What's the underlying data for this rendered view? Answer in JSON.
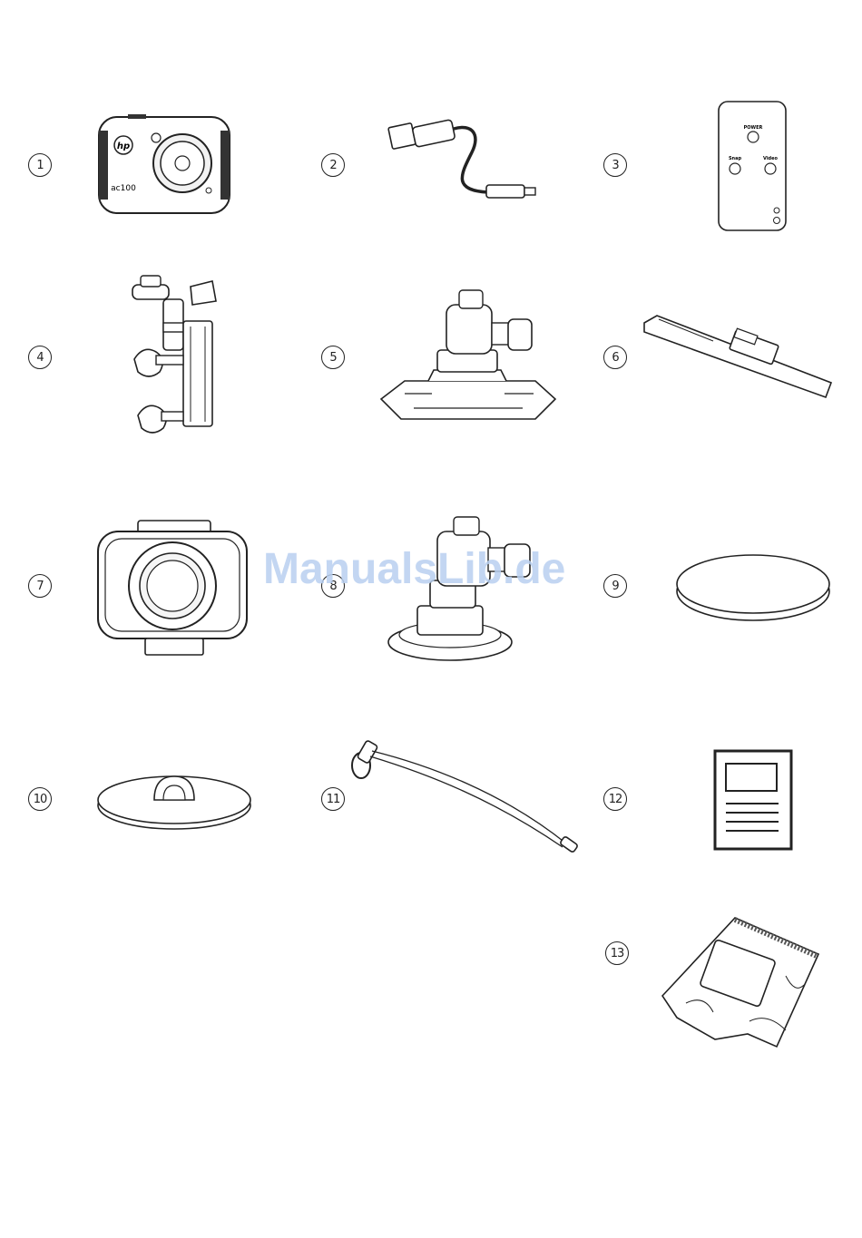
{
  "items": [
    {
      "number": "1",
      "icon": "camera-icon"
    },
    {
      "number": "2",
      "icon": "usb-cable-icon"
    },
    {
      "number": "3",
      "icon": "remote-control-icon"
    },
    {
      "number": "4",
      "icon": "handlebar-mount-icon"
    },
    {
      "number": "5",
      "icon": "flat-mount-icon"
    },
    {
      "number": "6",
      "icon": "strap-icon"
    },
    {
      "number": "7",
      "icon": "waterproof-case-icon"
    },
    {
      "number": "8",
      "icon": "suction-mount-icon"
    },
    {
      "number": "9",
      "icon": "adhesive-pad-icon"
    },
    {
      "number": "10",
      "icon": "base-plate-icon"
    },
    {
      "number": "11",
      "icon": "lanyard-icon"
    },
    {
      "number": "12",
      "icon": "manual-icon"
    },
    {
      "number": "13",
      "icon": "bag-icon"
    }
  ],
  "camera": {
    "brand": "hp",
    "model": "ac100"
  },
  "remote": {
    "power_label": "POWER",
    "snap_label": "Snap",
    "video_label": "Video"
  },
  "watermark": "ManualsLib.de"
}
